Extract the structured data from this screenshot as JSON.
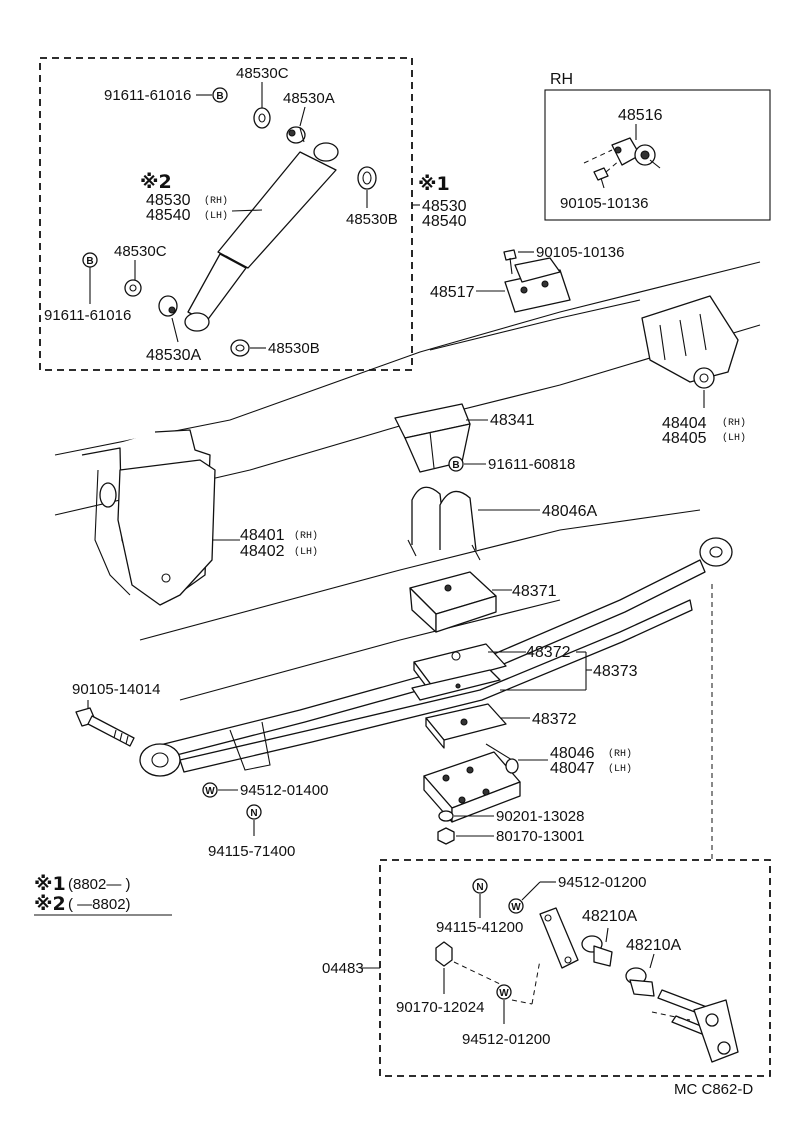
{
  "parts": {
    "p91611_61016_top": "91611-61016",
    "p48530C_top": "48530C",
    "p48530A_top": "48530A",
    "p48530_rh": "48530",
    "p48540_lh": "48540",
    "p48530B_top": "48530B",
    "p48530C_bottom": "48530C",
    "p91611_61016_bottom": "91611-61016",
    "p48530A_bottom": "48530A",
    "p48530B_bottom": "48530B",
    "p48530_right": "48530",
    "p48540_right": "48540",
    "p48516": "48516",
    "p90105_10136_rh": "90105-10136",
    "p90105_10136": "90105-10136",
    "p48517": "48517",
    "p48404": "48404",
    "p48405": "48405",
    "p48341": "48341",
    "p91611_60818": "91611-60818",
    "p48046A": "48046A",
    "p48401": "48401",
    "p48402": "48402",
    "p48371": "48371",
    "p48372_a": "48372",
    "p48373": "48373",
    "p48372_b": "48372",
    "p90105_14014": "90105-14014",
    "p48046": "48046",
    "p48047": "48047",
    "p94512_01400": "94512-01400",
    "p90201_13028": "90201-13028",
    "p80170_13001": "80170-13001",
    "p94115_71400": "94115-71400",
    "p94512_01200_top": "94512-01200",
    "p48210A_a": "48210A",
    "p94115_41200": "94115-41200",
    "p48210A_b": "48210A",
    "p04483": "04483",
    "p90170_12024": "90170-12024",
    "p94512_01200_bottom": "94512-01200"
  },
  "side_labels": {
    "rh": "(RH)",
    "lh": "(LH)"
  },
  "section_labels": {
    "rh_box": "RH"
  },
  "marks": {
    "note1": "※1",
    "note2": "※2"
  },
  "circle_letters": {
    "b": "B",
    "w": "W",
    "n": "N"
  },
  "legend": {
    "note1_text": "(8802—        )",
    "note2_text": "(        —8802)"
  },
  "footer": {
    "code": "MC  C862-D"
  }
}
